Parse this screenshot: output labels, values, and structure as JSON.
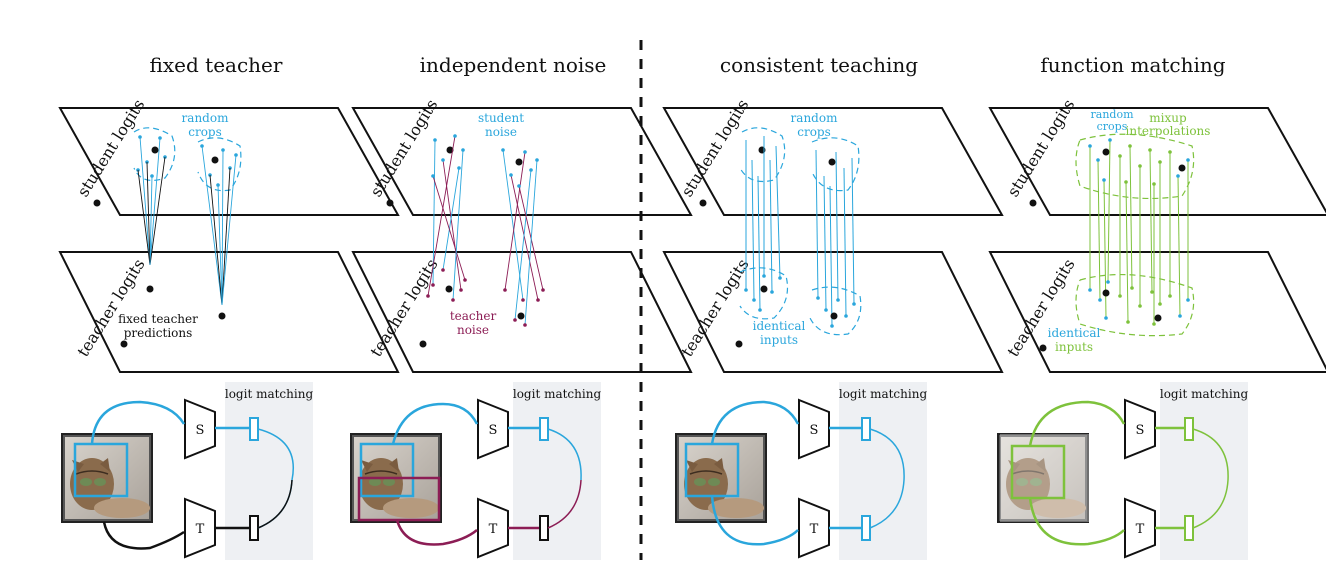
{
  "colors": {
    "blue": "#2aa6dc",
    "green": "#7ec23c",
    "maroon": "#8c1d55",
    "black": "#111111",
    "panel_gray": "#eef0f3",
    "cat_bg": "#6d6d6d"
  },
  "panels": [
    {
      "title": "fixed teacher",
      "student_axis": "student logits",
      "teacher_axis": "teacher logits",
      "top_label_1": "random",
      "top_label_2": "crops",
      "bottom_label_1": "fixed teacher",
      "bottom_label_2": "predictions",
      "logit_label": "logit matching",
      "student_net": "S",
      "teacher_net": "T"
    },
    {
      "title": "independent noise",
      "student_axis": "student logits",
      "teacher_axis": "teacher logits",
      "top_label_1": "student",
      "top_label_2": "noise",
      "bottom_label_1": "teacher",
      "bottom_label_2": "noise",
      "logit_label": "logit matching",
      "student_net": "S",
      "teacher_net": "T"
    },
    {
      "title": "consistent teaching",
      "student_axis": "student logits",
      "teacher_axis": "teacher logits",
      "top_label_1": "random",
      "top_label_2": "crops",
      "bottom_label_1": "identical",
      "bottom_label_2": "inputs",
      "logit_label": "logit matching",
      "student_net": "S",
      "teacher_net": "T"
    },
    {
      "title": "function matching",
      "student_axis": "student logits",
      "teacher_axis": "teacher logits",
      "top_label_1": "random",
      "top_label_2": "crops",
      "top_label_3": "mixup",
      "top_label_4": "interpolations",
      "bottom_label_1": "identical",
      "bottom_label_2": "inputs",
      "logit_label": "logit matching",
      "student_net": "S",
      "teacher_net": "T"
    }
  ]
}
